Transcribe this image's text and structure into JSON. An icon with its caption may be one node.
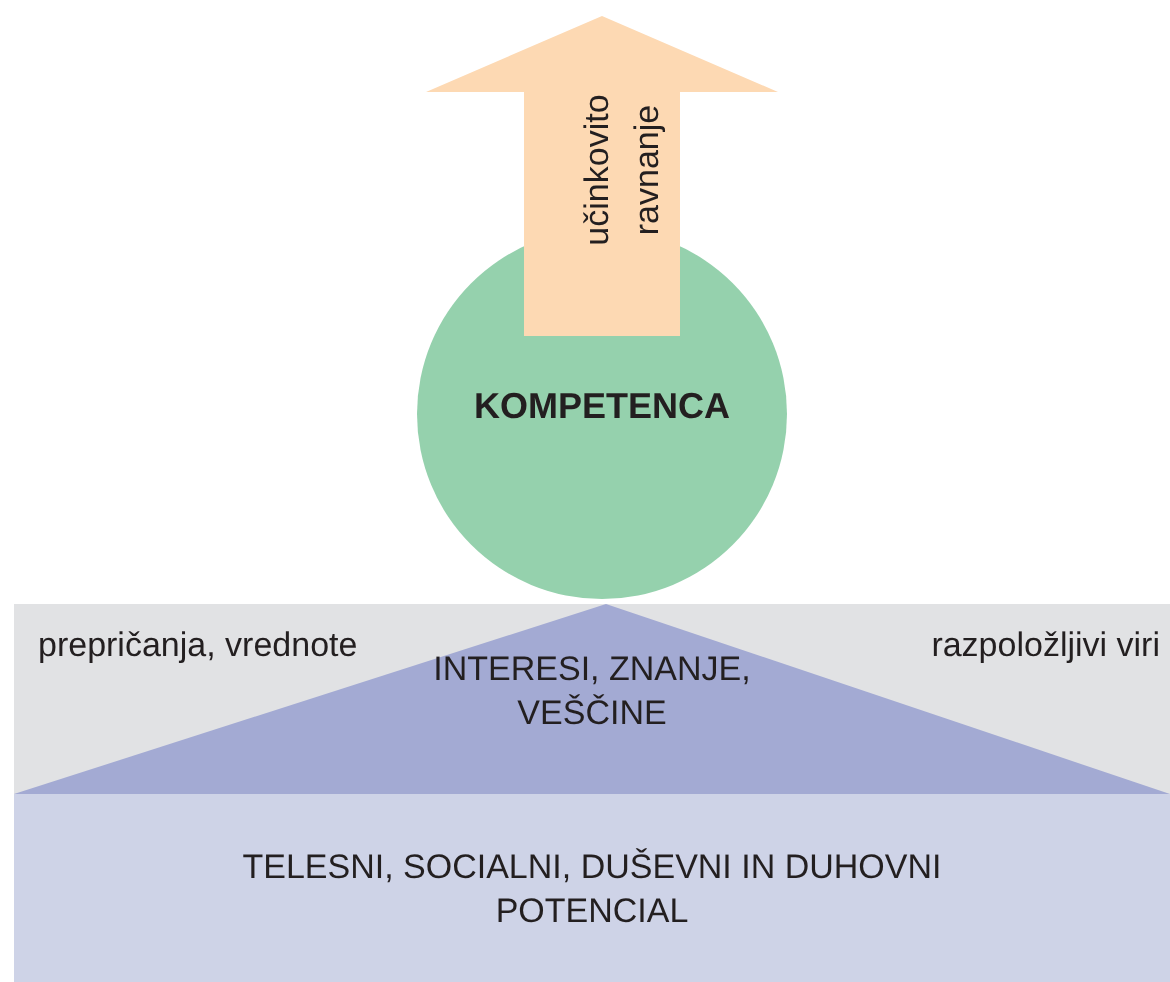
{
  "diagram": {
    "nodes": [
      {
        "text": [
          "učinkovito ravnanje"
        ]
      },
      {
        "text": [
          "KOMPETENCA"
        ]
      },
      {
        "text": [
          "prepričanja, vrednote",
          "razpoložljivi viri"
        ]
      },
      {
        "text": [
          "INTERESI, ZNANJE, VEŠČINE"
        ],
        "in": 2
      },
      {
        "text": [
          "TELESNI, SOCIALNI, DUŠEVNI IN DUHOVNI POTENCIAL"
        ]
      }
    ]
  }
}
